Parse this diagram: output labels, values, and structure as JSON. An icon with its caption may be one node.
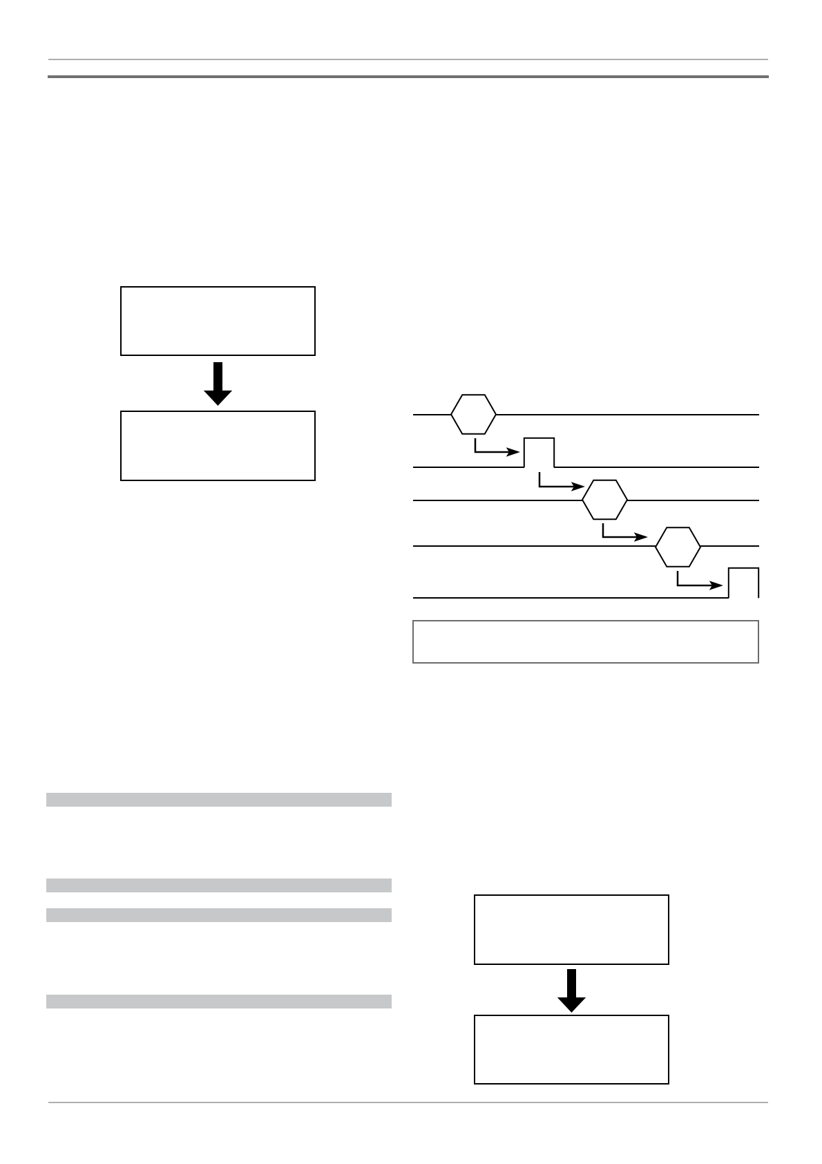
{
  "diagram": {
    "nodes": [
      {
        "text": [],
        "shape": "box"
      },
      {
        "text": [],
        "shape": "box"
      },
      {
        "text": [],
        "shape": "hexagon"
      },
      {
        "text": [],
        "shape": "pulse"
      },
      {
        "text": [],
        "shape": "hexagon"
      },
      {
        "text": [],
        "shape": "hexagon"
      },
      {
        "text": [],
        "shape": "pulse"
      },
      {
        "text": [],
        "shape": "box"
      },
      {
        "text": [],
        "shape": "box"
      },
      {
        "text": [],
        "shape": "box"
      },
      {
        "text": [],
        "shape": "bar"
      },
      {
        "text": [],
        "shape": "bar"
      },
      {
        "text": [],
        "shape": "bar"
      },
      {
        "text": [],
        "shape": "bar"
      }
    ],
    "edges": [
      {
        "from": 0,
        "to": 1,
        "arrow": "to",
        "style": "thick"
      },
      {
        "from": 2,
        "to": 3,
        "arrow": "to"
      },
      {
        "from": 3,
        "to": 4,
        "arrow": "to"
      },
      {
        "from": 4,
        "to": 5,
        "arrow": "to"
      },
      {
        "from": 5,
        "to": 6,
        "arrow": "to"
      },
      {
        "from": 8,
        "to": 9,
        "arrow": "to",
        "style": "thick"
      }
    ]
  }
}
